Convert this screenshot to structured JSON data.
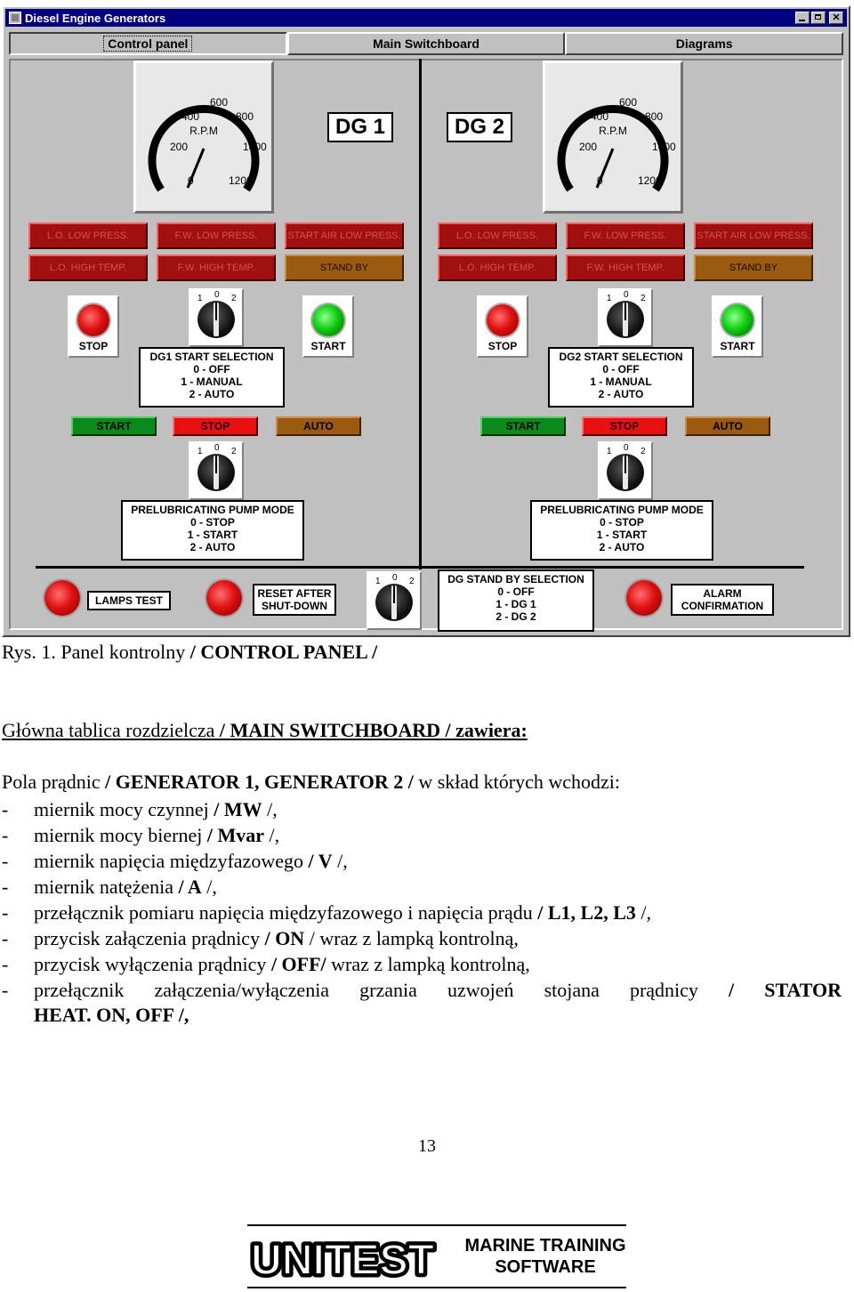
{
  "window": {
    "title": "Diesel Engine Generators",
    "tabs": [
      "Control panel",
      "Main Switchboard",
      "Diagrams"
    ]
  },
  "gauge": {
    "unit": "R.P.M",
    "ticks": [
      "0",
      "200",
      "400",
      "600",
      "800",
      "1000",
      "1200"
    ]
  },
  "generators": [
    {
      "label": "DG 1",
      "alarms": [
        "L.O. LOW PRESS.",
        "F.W. LOW PRESS.",
        "START AIR LOW PRESS.",
        "L.O. HIGH TEMP.",
        "F.W. HIGH TEMP.",
        "STAND BY"
      ],
      "stop_label": "STOP",
      "start_label": "START",
      "knob_positions": [
        "1",
        "0",
        "2"
      ],
      "start_selection": [
        "DG1 START SELECTION",
        "0 - OFF",
        "1 - MANUAL",
        "2 - AUTO"
      ],
      "mode_lamps": [
        "START",
        "STOP",
        "AUTO"
      ],
      "prelub": [
        "PRELUBRICATING PUMP MODE",
        "0 - STOP",
        "1 - START",
        "2 - AUTO"
      ]
    },
    {
      "label": "DG 2",
      "alarms": [
        "L.O. LOW PRESS.",
        "F.W. LOW PRESS.",
        "START AIR LOW PRESS.",
        "L.O. HIGH TEMP.",
        "F.W. HIGH TEMP.",
        "STAND BY"
      ],
      "stop_label": "STOP",
      "start_label": "START",
      "knob_positions": [
        "1",
        "0",
        "2"
      ],
      "start_selection": [
        "DG2 START SELECTION",
        "0 - OFF",
        "1 - MANUAL",
        "2 - AUTO"
      ],
      "mode_lamps": [
        "START",
        "STOP",
        "AUTO"
      ],
      "prelub": [
        "PRELUBRICATING PUMP MODE",
        "0 - STOP",
        "1 - START",
        "2 - AUTO"
      ]
    }
  ],
  "bottom": {
    "lamps_test": "LAMPS TEST",
    "reset": [
      "RESET AFTER",
      "SHUT-DOWN"
    ],
    "standby_selection": [
      "DG STAND BY SELECTION",
      "0 - OFF",
      "1 - DG 1",
      "2 - DG 2"
    ],
    "alarm_conf": [
      "ALARM",
      "CONFIRMATION"
    ]
  },
  "document": {
    "caption": "Rys. 1. Panel kontrolny",
    "caption_bold": " / CONTROL PANEL /",
    "heading": "Główna tablica rozdzielcza",
    "heading_bold": " / MAIN SWITCHBOARD / zawiera:",
    "intro_pre": "Pola prądnic",
    "intro_bold": " / GENERATOR 1, GENERATOR 2 /",
    "intro_post": " w skład których wchodzi:",
    "items": [
      {
        "pre": "miernik mocy czynnej",
        "bold": " / MW",
        "post": " /,"
      },
      {
        "pre": "miernik mocy biernej",
        "bold": " / Mvar",
        "post": " /,"
      },
      {
        "pre": "miernik napięcia międzyfazowego",
        "bold": " / V",
        "post": " /,"
      },
      {
        "pre": "miernik natężenia",
        "bold": " / A",
        "post": " /,"
      },
      {
        "pre": "przełącznik pomiaru napięcia międzyfazowego i napięcia prądu",
        "bold": " / L1, L2, L3",
        "post": " /,"
      },
      {
        "pre": "przycisk załączenia prądnicy",
        "bold": " / ON",
        "post": " / wraz z lampką kontrolną,"
      },
      {
        "pre": "przycisk wyłączenia prądnicy",
        "bold": " / OFF/",
        "post": " wraz z lampką kontrolną,"
      },
      {
        "pre": "przełącznik załączenia/wyłączenia grzania uzwojeń stojana prądnicy",
        "bold": " / STATOR",
        "post": ""
      }
    ],
    "continuation": "HEAT. ON, OFF /,",
    "page_number": "13"
  },
  "footer": {
    "logo_text": "UNITEST",
    "mts_line1": "MARINE TRAINING",
    "mts_line2": "SOFTWARE"
  }
}
